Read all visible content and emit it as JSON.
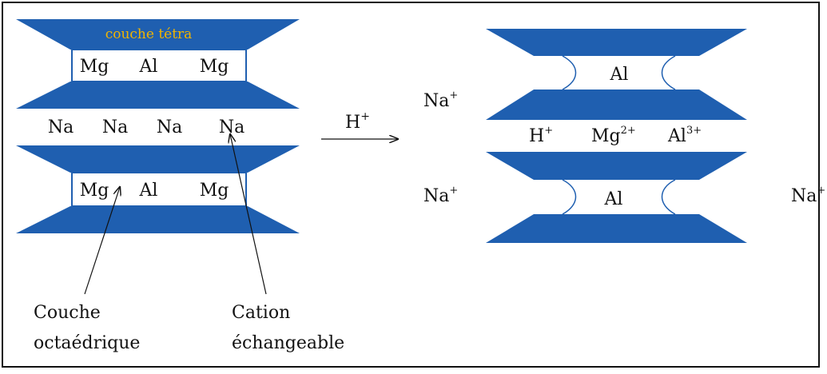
{
  "colors": {
    "layer": "#1f5fb0",
    "layer_dark": "#1a4f96",
    "tetra_label": "#f0b400",
    "text": "#111111"
  },
  "left_structure": {
    "tetra_label": "couche tétra",
    "row1": [
      "Mg",
      "Al",
      "Mg"
    ],
    "interlayer": [
      "Na",
      "Na",
      "Na",
      "Na"
    ],
    "row2": [
      "Mg",
      "Al",
      "Mg"
    ]
  },
  "annotations": {
    "octa_line1": "Couche",
    "octa_line2": "octaédrique",
    "cation_line1": "Cation",
    "cation_line2": "échangeable"
  },
  "reaction": {
    "reagent": "H",
    "reagent_sup": "+"
  },
  "right_structure": {
    "top_core": "Al",
    "bottom_core": "Al",
    "interlayer": [
      {
        "base": "H",
        "sup": "+"
      },
      {
        "base": "Mg",
        "sup": "2+"
      },
      {
        "base": "Al",
        "sup": "3+"
      }
    ],
    "released": [
      {
        "base": "Na",
        "sup": "+"
      },
      {
        "base": "Na",
        "sup": "+"
      },
      {
        "base": "Na",
        "sup": "+"
      }
    ]
  }
}
